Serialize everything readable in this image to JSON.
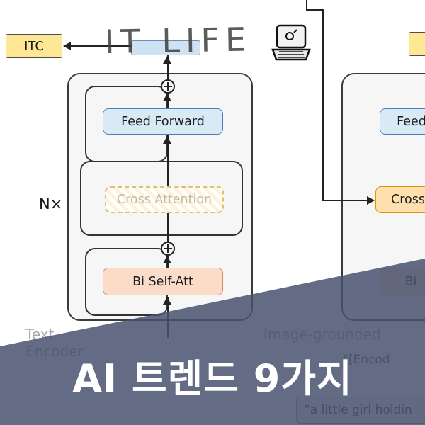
{
  "watermark": {
    "text": "IT LIFE"
  },
  "overlay": {
    "title": "AI 트렌드 9가지",
    "color": "#48526e",
    "text_color": "#ffffff"
  },
  "diagram": {
    "itc_label": "ITC",
    "n_times": "N×",
    "left_block": {
      "feed_forward": "Feed Forward",
      "cross_attention": "Cross Attention",
      "bi_self_att": "Bi Self-Att"
    },
    "right_block": {
      "feed_forward": "Feed",
      "cross_attention": "Cross",
      "bi_self_att": "Bi"
    },
    "labels": {
      "text_encoder_line1": "Text",
      "text_encoder_line2": "Encoder",
      "image_grounded": "Image-grounded",
      "encode_token": "\"[Encod"
    },
    "caption_box": "“a little girl holdin"
  },
  "colors": {
    "yellow_box": "#ffe895",
    "blue_bar": "#cfe2f3",
    "feed_forward": "#d9eaf7",
    "bi_self_att": "#fbdcc8",
    "cross_attention_right": "#ffdfae",
    "block_bg": "#f6f6f6",
    "overlay": "#48526e"
  }
}
